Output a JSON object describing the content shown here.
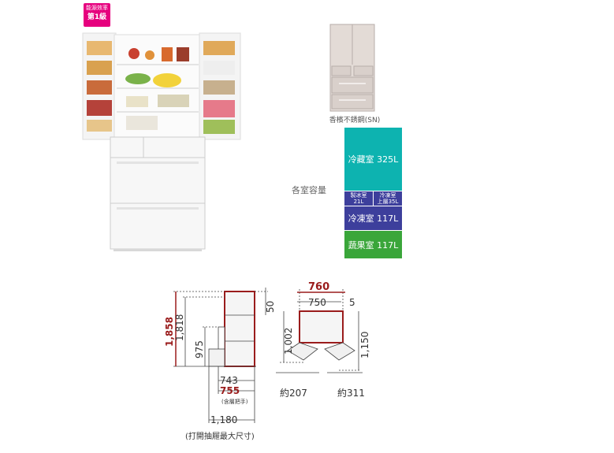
{
  "badge": {
    "line1": "能源效率",
    "line2": "第1級"
  },
  "thumbnail": {
    "caption": "香檳不銹鋼(SN)"
  },
  "capacity": {
    "label": "各室容量",
    "fridge": "冷藏室 325L",
    "ice": {
      "name": "製冰室",
      "value": "21L"
    },
    "upper_freezer": {
      "name": "冷凍室",
      "value": "上層35L"
    },
    "freezer": "冷凍室 117L",
    "vegetable": "蔬果室 117L"
  },
  "colors": {
    "fridge_box": "#0db3b0",
    "freezer_box": "#3d3f9c",
    "vegetable_box": "#3aa63a",
    "dimension_red": "#9a1c1c",
    "badge": "#e6007e"
  },
  "side_view": {
    "total_height": "1,858",
    "body_height": "1,818",
    "lower_height": "975",
    "top_gap": "50",
    "depth": "743",
    "depth_with_handle": "755",
    "depth_handle_note": "(含層把手)",
    "drawer_open_depth": "1,180",
    "caption": "(打開抽屜最大尺寸)"
  },
  "top_view": {
    "total_width": "760",
    "body_width": "750",
    "side_gap": "5",
    "door_swing_depth": "1,002",
    "open_depth": "1,150",
    "left_door_clearance": "約207",
    "right_door_clearance": "約311"
  }
}
